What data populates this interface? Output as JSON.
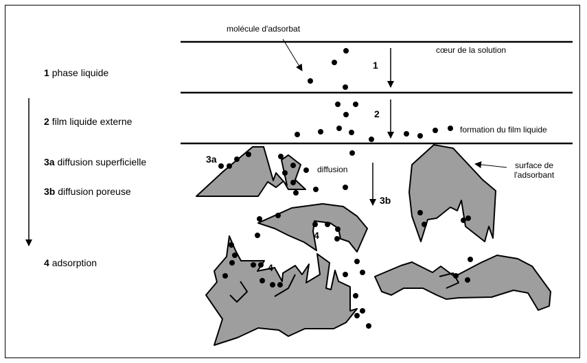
{
  "colors": {
    "line": "#000000",
    "particle_fill": "#9e9e9e",
    "dot": "#000000",
    "background": "#ffffff"
  },
  "labels": {
    "adsorbate_molecule": "molécule d'adsorbat",
    "solution_core": "cœur de la solution",
    "liquid_film_formation": "formation du film liquide",
    "diffusion": "diffusion",
    "adsorbent_surface_line1": "surface de",
    "adsorbent_surface_line2": "l'adsorbant"
  },
  "steps": [
    {
      "num": "1",
      "text": "phase liquide"
    },
    {
      "num": "2",
      "text": "film liquide externe"
    },
    {
      "num": "3a",
      "text": "diffusion superficielle"
    },
    {
      "num": "3b",
      "text": "diffusion poreuse"
    },
    {
      "num": "4",
      "text": "adsorption"
    }
  ],
  "diagram_markers": [
    "1",
    "2",
    "3a",
    "3b",
    "4",
    "4"
  ]
}
